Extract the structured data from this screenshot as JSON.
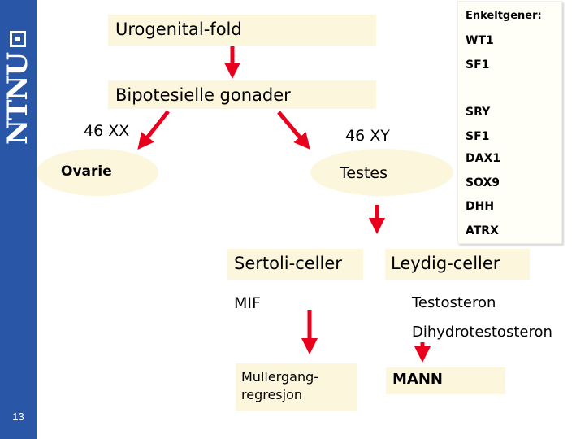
{
  "slide": {
    "page_number": "13",
    "logo_text": "NTNU"
  },
  "nodes": {
    "urogenital": "Urogenital-fold",
    "bipotent": "Bipotesielle gonader",
    "xx": "46 XX",
    "xy": "46 XY",
    "ovarie": "Ovarie",
    "testes": "Testes",
    "sertoli": "Sertoli-celler",
    "leydig": "Leydig-celler",
    "mif": "MIF",
    "testosteron": "Testosteron",
    "dht": "Dihydrotestosteron",
    "muller_line1": "Mullergang-",
    "muller_line2": "regresjon",
    "mann": "MANN"
  },
  "genes": {
    "title": "Enkeltgener:",
    "items": [
      "WT1",
      "SF1",
      "SRY",
      "SF1",
      "DAX1",
      "SOX9",
      "DHH",
      "ATRX"
    ]
  },
  "colors": {
    "sidebar": "#2a56a7",
    "box_fill": "#fbf6dc",
    "arrow": "#e8001c"
  }
}
